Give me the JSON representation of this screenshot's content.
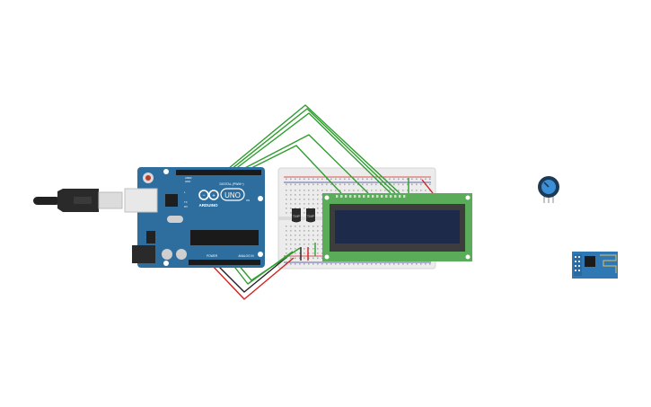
{
  "arduino": {
    "brand": "ARDUINO",
    "model": "UNO",
    "digital_label": "DIGITAL (PWM~)",
    "power_label": "POWER",
    "analog_label": "ANALOG IN",
    "aref_label": "AREF",
    "gnd_label": "GND",
    "tx_label": "TX",
    "rx_label": "RX",
    "l_label": "L",
    "on_label": "ON"
  },
  "components": {
    "sensor1_label": "TMP",
    "sensor2_label": "TMP"
  },
  "colors": {
    "arduino_blue": "#2e6e9e",
    "wire_green": "#2e9e2e",
    "wire_red": "#d42020",
    "wire_black": "#222222",
    "lcd_pcb": "#5aac5a",
    "lcd_screen": "#1d2a4a",
    "esp_blue": "#2f78b4"
  }
}
